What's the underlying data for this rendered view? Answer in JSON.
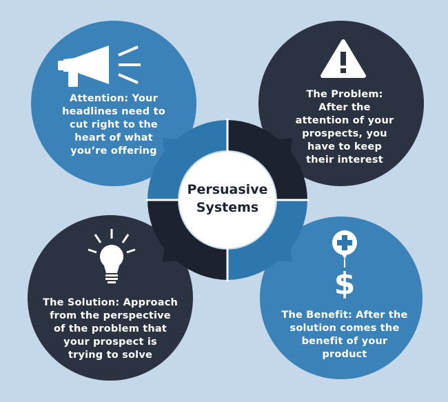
{
  "center": {
    "line1": "Persuasive",
    "line2": "Systems"
  },
  "attention": {
    "lines": [
      "Attention: Your",
      "headlines need to",
      "cut right to the",
      "heart of what",
      "you’re offering"
    ],
    "icon": "megaphone-icon"
  },
  "problem": {
    "lines": [
      "The Problem:",
      "After the",
      "attention of your",
      "prospects, you",
      "have to keep",
      "their interest"
    ],
    "icon": "warning-icon"
  },
  "solution": {
    "lines": [
      "The Solution: Approach",
      "from the perspective",
      "of the problem that",
      "your prospect is",
      "trying to solve"
    ],
    "icon": "lightbulb-icon"
  },
  "benefit": {
    "lines": [
      "The Benefit: After the",
      "solution comes the",
      "benefit of your",
      "product"
    ],
    "icon": "plus-dollar-balloon-icon"
  },
  "colors": {
    "background": "#c5d8ea",
    "blue": "#3b82b8",
    "navy": "#2b3242",
    "dark": "#1c2230",
    "ring_blue": "#2e77ad",
    "white": "#ffffff"
  }
}
